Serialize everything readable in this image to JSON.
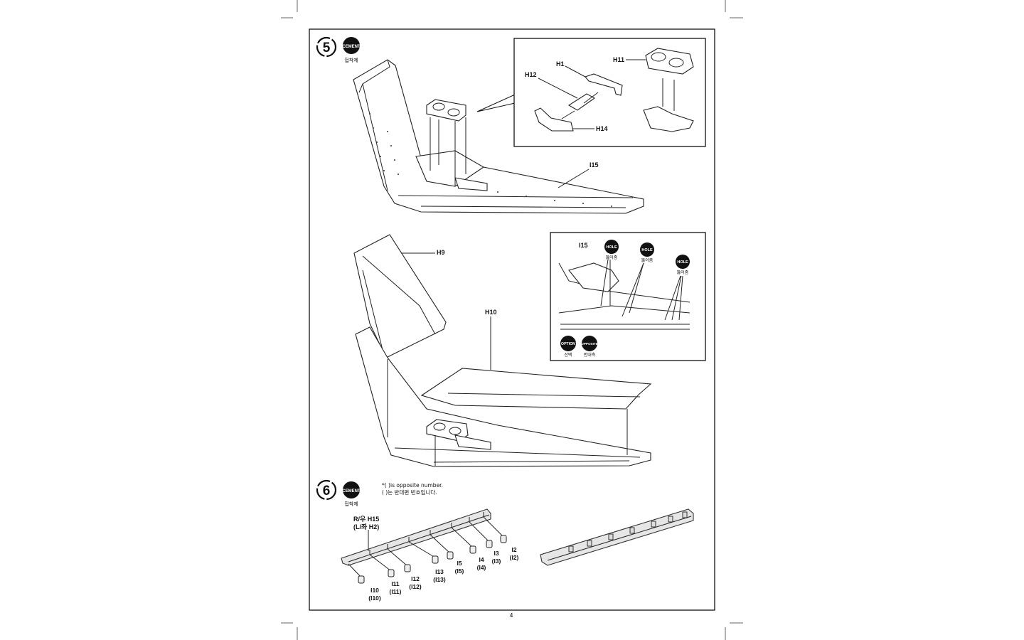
{
  "page_number": "4",
  "steps": [
    {
      "number": "5",
      "badges": [
        {
          "icon": "cement-icon",
          "label": "CEMENT",
          "sub": "접착제"
        }
      ]
    },
    {
      "number": "6",
      "badges": [
        {
          "icon": "cement-icon",
          "label": "CEMENT",
          "sub": "접착제"
        }
      ]
    }
  ],
  "step5": {
    "detail_labels": [
      "H1",
      "H11",
      "H12",
      "H14"
    ],
    "main_label": "I15"
  },
  "step5b": {
    "labels": [
      "H9",
      "H10"
    ],
    "inset": {
      "label": "I15",
      "hole_badges": [
        {
          "label": "HOLE",
          "sub": "뚫어줌"
        },
        {
          "label": "HOLE",
          "sub": "뚫어줌"
        },
        {
          "label": "HOLE",
          "sub": "뚫어줌"
        }
      ],
      "option_badges": [
        {
          "label": "OPTION",
          "sub": "선택"
        },
        {
          "label": "OPPOSITE",
          "sub": "반대측"
        }
      ]
    }
  },
  "step6": {
    "note_en": "*(   )is opposite number.",
    "note_ko": "(   )는 반대편 번호입니다.",
    "strip_label_1": "R/우 H15",
    "strip_label_2": "(L/좌 H2)",
    "parts": [
      {
        "a": "I10",
        "b": "(I10)"
      },
      {
        "a": "I11",
        "b": "(I11)"
      },
      {
        "a": "I12",
        "b": "(I12)"
      },
      {
        "a": "I13",
        "b": "(I13)"
      },
      {
        "a": "I5",
        "b": "(I5)"
      },
      {
        "a": "I4",
        "b": "(I4)"
      },
      {
        "a": "I3",
        "b": "(I3)"
      },
      {
        "a": "I2",
        "b": "(I2)"
      }
    ]
  }
}
